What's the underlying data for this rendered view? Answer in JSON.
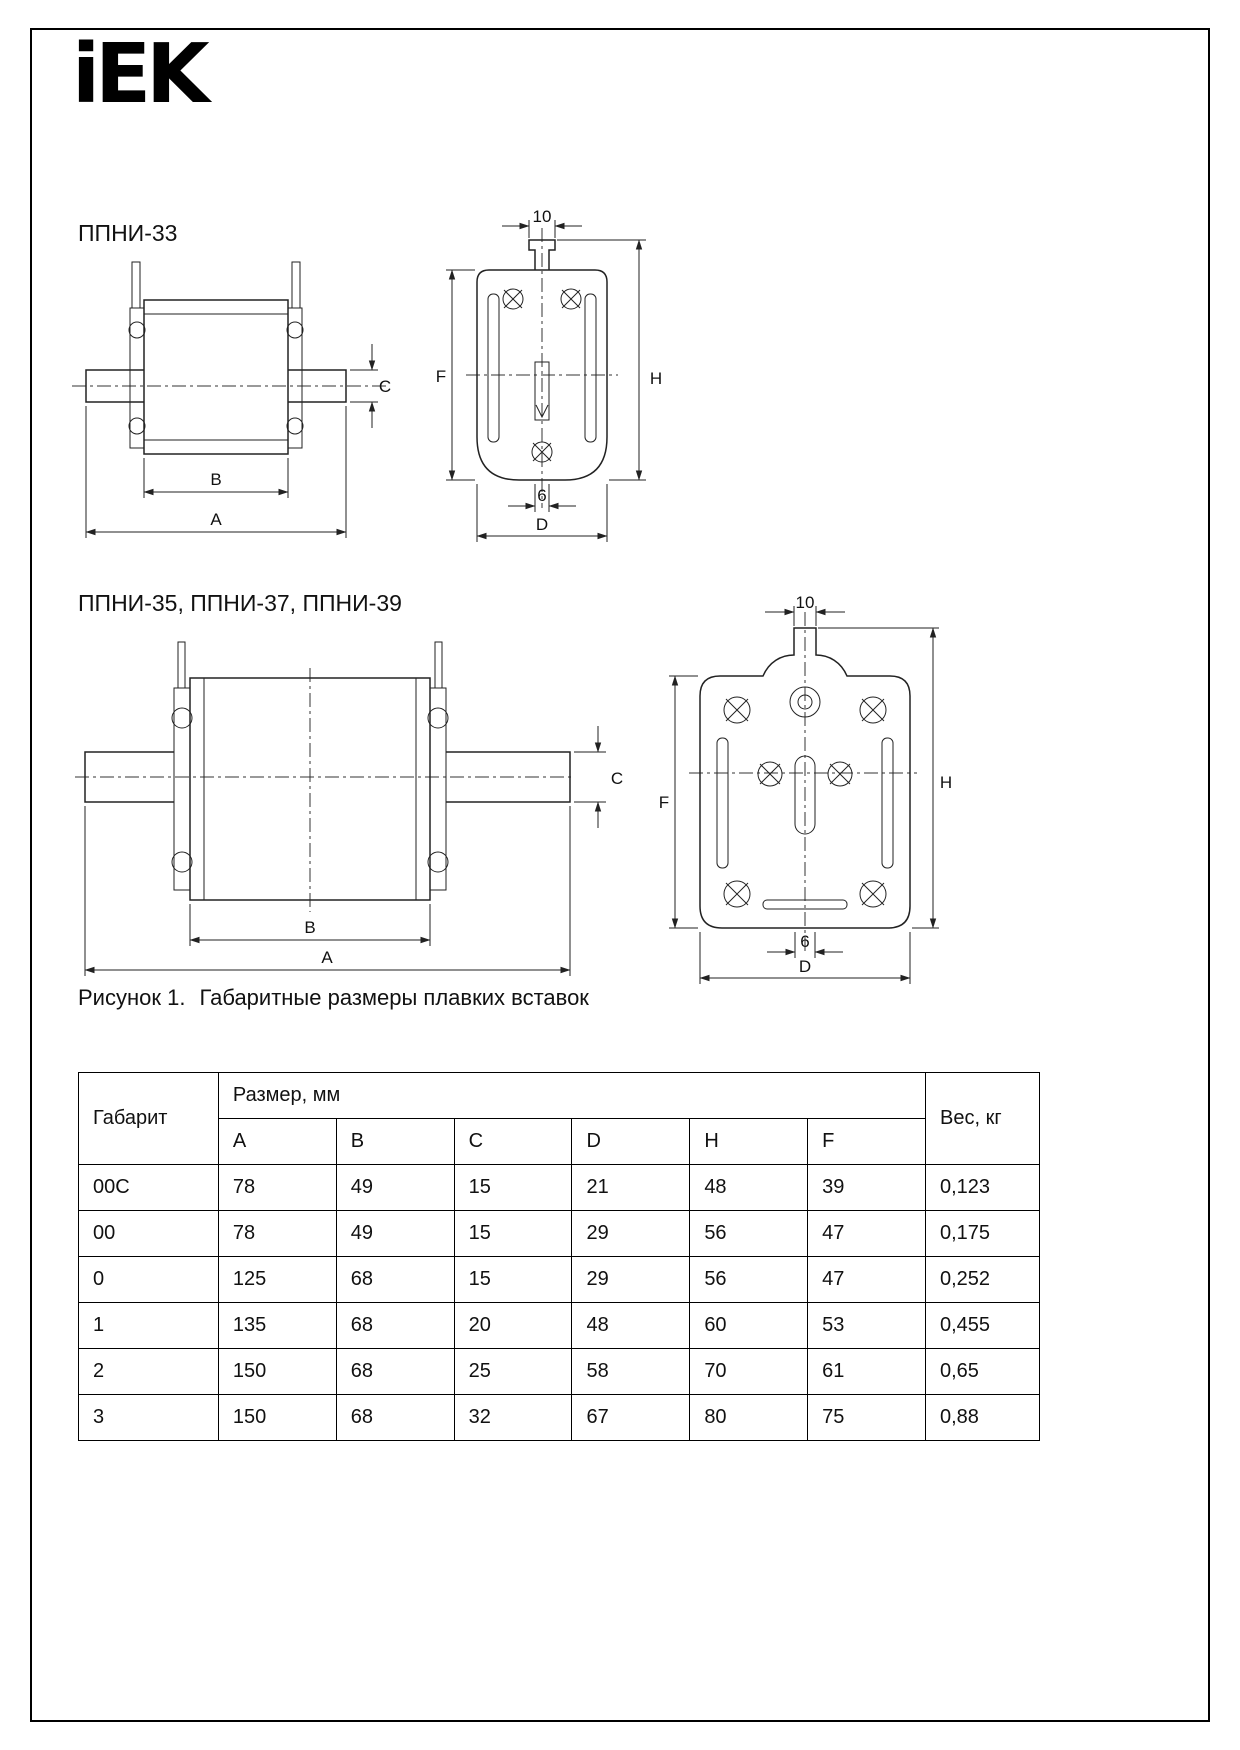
{
  "logo": "iEK",
  "sections": {
    "top_label": "ППНИ-33",
    "bottom_label": "ППНИ-35, ППНИ-37, ППНИ-39"
  },
  "caption": {
    "number": "Рисунок 1.",
    "text": "Габаритные размеры плавких вставок"
  },
  "dims": {
    "A": "A",
    "B": "B",
    "C": "C",
    "D": "D",
    "H": "H",
    "F": "F",
    "ten": "10",
    "six": "6"
  },
  "table": {
    "headers": {
      "gabarit": "Габарит",
      "size": "Размер, мм",
      "weight": "Вес, кг"
    },
    "size_columns": [
      "A",
      "B",
      "C",
      "D",
      "H",
      "F"
    ],
    "rows": [
      {
        "gabarit": "00C",
        "A": "78",
        "B": "49",
        "C": "15",
        "D": "21",
        "H": "48",
        "F": "39",
        "weight": "0,123"
      },
      {
        "gabarit": "00",
        "A": "78",
        "B": "49",
        "C": "15",
        "D": "29",
        "H": "56",
        "F": "47",
        "weight": "0,175"
      },
      {
        "gabarit": "0",
        "A": "125",
        "B": "68",
        "C": "15",
        "D": "29",
        "H": "56",
        "F": "47",
        "weight": "0,252"
      },
      {
        "gabarit": "1",
        "A": "135",
        "B": "68",
        "C": "20",
        "D": "48",
        "H": "60",
        "F": "53",
        "weight": "0,455"
      },
      {
        "gabarit": "2",
        "A": "150",
        "B": "68",
        "C": "25",
        "D": "58",
        "H": "70",
        "F": "61",
        "weight": "0,65"
      },
      {
        "gabarit": "3",
        "A": "150",
        "B": "68",
        "C": "32",
        "D": "67",
        "H": "80",
        "F": "75",
        "weight": "0,88"
      }
    ]
  }
}
